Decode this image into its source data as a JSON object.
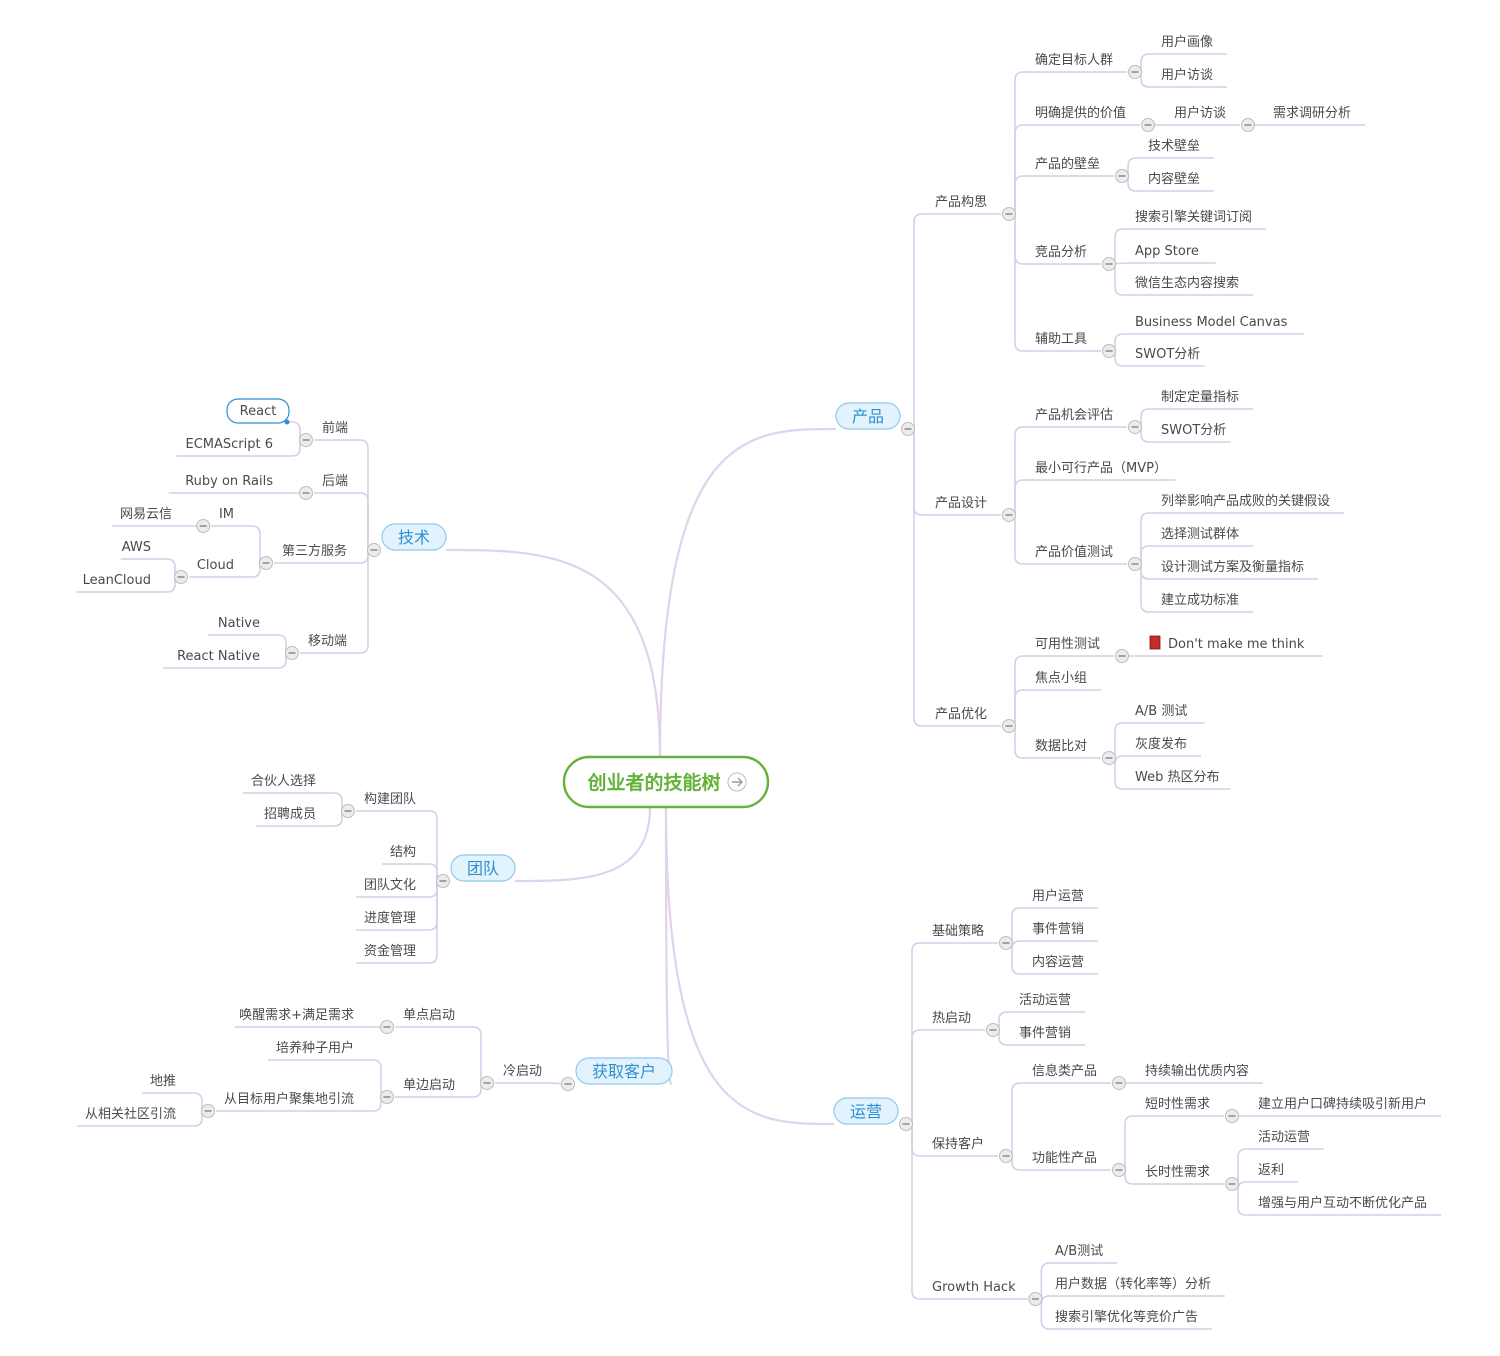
{
  "central": {
    "label": "创业者的技能树"
  },
  "nodes": [
    {
      "id": "chanpin",
      "label": "产品",
      "type": "branch"
    },
    {
      "id": "gouxiang",
      "label": "产品构思",
      "parent": "chanpin"
    },
    {
      "id": "mubiao",
      "label": "确定目标人群",
      "parent": "gouxiang"
    },
    {
      "id": "huaxiang",
      "label": "用户画像",
      "parent": "mubiao"
    },
    {
      "id": "fangtan1",
      "label": "用户访谈",
      "parent": "mubiao"
    },
    {
      "id": "jiazhi",
      "label": "明确提供的价值",
      "parent": "gouxiang"
    },
    {
      "id": "fangtan2",
      "label": "用户访谈",
      "parent": "jiazhi"
    },
    {
      "id": "xuqiu",
      "label": "需求调研分析",
      "parent": "fangtan2"
    },
    {
      "id": "bilei",
      "label": "产品的壁垒",
      "parent": "gouxiang"
    },
    {
      "id": "jishubilei",
      "label": "技术壁垒",
      "parent": "bilei"
    },
    {
      "id": "neirongbilei",
      "label": "内容壁垒",
      "parent": "bilei"
    },
    {
      "id": "jingpin",
      "label": "竞品分析",
      "parent": "gouxiang"
    },
    {
      "id": "sousuo",
      "label": "搜索引擎关键词订阅",
      "parent": "jingpin"
    },
    {
      "id": "appstore",
      "label": "App Store",
      "parent": "jingpin"
    },
    {
      "id": "weixin",
      "label": "微信生态内容搜索",
      "parent": "jingpin"
    },
    {
      "id": "gongju",
      "label": "辅助工具",
      "parent": "gouxiang"
    },
    {
      "id": "bmc",
      "label": "Business Model Canvas",
      "parent": "gongju"
    },
    {
      "id": "swot1",
      "label": "SWOT分析",
      "parent": "gongju"
    },
    {
      "id": "sheji",
      "label": "产品设计",
      "parent": "chanpin"
    },
    {
      "id": "jihui",
      "label": "产品机会评估",
      "parent": "sheji"
    },
    {
      "id": "dingliang",
      "label": "制定定量指标",
      "parent": "jihui"
    },
    {
      "id": "swot2",
      "label": "SWOT分析",
      "parent": "jihui"
    },
    {
      "id": "mvp",
      "label": "最小可行产品（MVP）",
      "parent": "sheji"
    },
    {
      "id": "jiazhiceshi",
      "label": "产品价值测试",
      "parent": "sheji"
    },
    {
      "id": "liejv",
      "label": "列举影响产品成败的关键假设",
      "parent": "jiazhiceshi"
    },
    {
      "id": "qunti",
      "label": "选择测试群体",
      "parent": "jiazhiceshi"
    },
    {
      "id": "fangan",
      "label": "设计测试方案及衡量指标",
      "parent": "jiazhiceshi"
    },
    {
      "id": "biaozhun",
      "label": "建立成功标准",
      "parent": "jiazhiceshi"
    },
    {
      "id": "youhua",
      "label": "产品优化",
      "parent": "chanpin"
    },
    {
      "id": "keyong",
      "label": "可用性测试",
      "parent": "youhua"
    },
    {
      "id": "dmmt",
      "label": "Don't make me think",
      "parent": "keyong",
      "icon": "book-icon"
    },
    {
      "id": "jiaodian",
      "label": "焦点小组",
      "parent": "youhua"
    },
    {
      "id": "bidui",
      "label": "数据比对",
      "parent": "youhua"
    },
    {
      "id": "ab1",
      "label": "A/B 测试",
      "parent": "bidui"
    },
    {
      "id": "huidu",
      "label": "灰度发布",
      "parent": "bidui"
    },
    {
      "id": "requ",
      "label": "Web 热区分布",
      "parent": "bidui"
    },
    {
      "id": "yunying",
      "label": "运营",
      "type": "branch"
    },
    {
      "id": "jichu",
      "label": "基础策略",
      "parent": "yunying"
    },
    {
      "id": "yonghuyy",
      "label": "用户运营",
      "parent": "jichu"
    },
    {
      "id": "shijian1",
      "label": "事件营销",
      "parent": "jichu"
    },
    {
      "id": "neirongyy",
      "label": "内容运营",
      "parent": "jichu"
    },
    {
      "id": "reqidong",
      "label": "热启动",
      "parent": "yunying"
    },
    {
      "id": "huodong1",
      "label": "活动运营",
      "parent": "reqidong"
    },
    {
      "id": "shijian2",
      "label": "事件营销",
      "parent": "reqidong"
    },
    {
      "id": "baochi",
      "label": "保持客户",
      "parent": "yunying"
    },
    {
      "id": "xinxi",
      "label": "信息类产品",
      "parent": "baochi"
    },
    {
      "id": "chixu",
      "label": "持续输出优质内容",
      "parent": "xinxi"
    },
    {
      "id": "gongneng",
      "label": "功能性产品",
      "parent": "baochi"
    },
    {
      "id": "duanshi",
      "label": "短时性需求",
      "parent": "gongneng"
    },
    {
      "id": "koubei",
      "label": "建立用户口碑持续吸引新用户",
      "parent": "duanshi"
    },
    {
      "id": "changshi",
      "label": "长时性需求",
      "parent": "gongneng"
    },
    {
      "id": "huodong2",
      "label": "活动运营",
      "parent": "changshi"
    },
    {
      "id": "fanli",
      "label": "返利",
      "parent": "changshi"
    },
    {
      "id": "hudong",
      "label": "增强与用户互动不断优化产品",
      "parent": "changshi"
    },
    {
      "id": "growth",
      "label": "Growth Hack",
      "parent": "yunying"
    },
    {
      "id": "ab2",
      "label": "A/B测试",
      "parent": "growth"
    },
    {
      "id": "shuju",
      "label": "用户数据（转化率等）分析",
      "parent": "growth"
    },
    {
      "id": "jingjia",
      "label": "搜索引擎优化等竞价广告",
      "parent": "growth"
    },
    {
      "id": "jishu",
      "label": "技术",
      "type": "branch"
    },
    {
      "id": "qianduan",
      "label": "前端",
      "parent": "jishu"
    },
    {
      "id": "react",
      "label": "React",
      "parent": "qianduan",
      "boxed": true
    },
    {
      "id": "es6",
      "label": "ECMAScript 6",
      "parent": "qianduan"
    },
    {
      "id": "houduan",
      "label": "后端",
      "parent": "jishu"
    },
    {
      "id": "ror",
      "label": "Ruby on Rails",
      "parent": "houduan"
    },
    {
      "id": "disanfang",
      "label": "第三方服务",
      "parent": "jishu"
    },
    {
      "id": "im",
      "label": "IM",
      "parent": "disanfang"
    },
    {
      "id": "wangyi",
      "label": "网易云信",
      "parent": "im"
    },
    {
      "id": "cloud",
      "label": "Cloud",
      "parent": "disanfang"
    },
    {
      "id": "aws",
      "label": "AWS",
      "parent": "cloud"
    },
    {
      "id": "leancloud",
      "label": "LeanCloud",
      "parent": "cloud"
    },
    {
      "id": "yidong",
      "label": "移动端",
      "parent": "jishu"
    },
    {
      "id": "native",
      "label": "Native",
      "parent": "yidong"
    },
    {
      "id": "rn",
      "label": "React Native",
      "parent": "yidong"
    },
    {
      "id": "tuandui",
      "label": "团队",
      "type": "branch"
    },
    {
      "id": "goujian",
      "label": "构建团队",
      "parent": "tuandui"
    },
    {
      "id": "hehuoren",
      "label": "合伙人选择",
      "parent": "goujian"
    },
    {
      "id": "zhaopin",
      "label": "招聘成员",
      "parent": "goujian"
    },
    {
      "id": "jiegou",
      "label": "结构",
      "parent": "tuandui"
    },
    {
      "id": "wenhua",
      "label": "团队文化",
      "parent": "tuandui"
    },
    {
      "id": "jindu",
      "label": "进度管理",
      "parent": "tuandui"
    },
    {
      "id": "zijin",
      "label": "资金管理",
      "parent": "tuandui"
    },
    {
      "id": "huoqu",
      "label": "获取客户",
      "type": "branch"
    },
    {
      "id": "lengqidong",
      "label": "冷启动",
      "parent": "huoqu"
    },
    {
      "id": "dandian",
      "label": "单点启动",
      "parent": "lengqidong"
    },
    {
      "id": "huanxing",
      "label": "唤醒需求+满足需求",
      "parent": "dandian"
    },
    {
      "id": "danbian",
      "label": "单边启动",
      "parent": "lengqidong"
    },
    {
      "id": "zhongzi",
      "label": "培养种子用户",
      "parent": "danbian"
    },
    {
      "id": "jujidi",
      "label": "从目标用户聚集地引流",
      "parent": "danbian"
    },
    {
      "id": "ditui",
      "label": "地推",
      "parent": "jujidi"
    },
    {
      "id": "shequ",
      "label": "从相关社区引流",
      "parent": "jujidi"
    }
  ],
  "colors": {
    "central": "#64b23a",
    "branch": "#2e8fd0",
    "branch_fill": "#e3f3fd",
    "link": "#dccbea"
  }
}
